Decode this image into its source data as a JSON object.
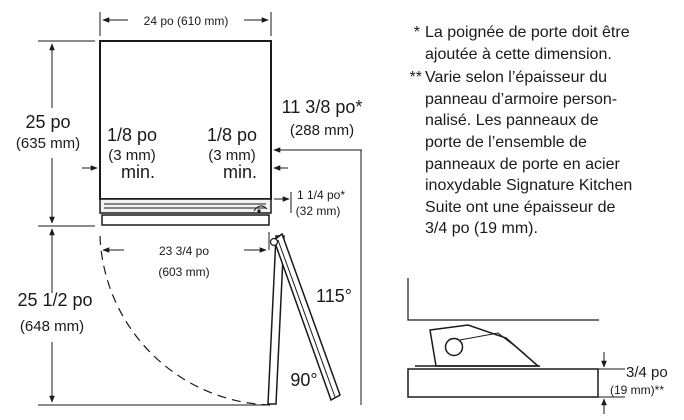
{
  "dimensions": {
    "width_top": "24 po (610 mm)",
    "height_top_in": "25 po",
    "height_top_mm": "(635 mm)",
    "gap_left_in": "1/8 po",
    "gap_left_mm": "(3 mm)",
    "gap_left_min": "min.",
    "gap_right_in": "1/8 po",
    "gap_right_mm": "(3 mm)",
    "gap_right_min": "min.",
    "depth_in": "11 3/8 po*",
    "depth_mm": "(288 mm)",
    "handle_in": "1 1/4 po*",
    "handle_mm": "(32 mm)",
    "inner_in": "23 3/4 po",
    "inner_mm": "(603 mm)",
    "swing_in": "25 1/2 po",
    "swing_mm": "(648 mm)",
    "angle_115": "115°",
    "angle_90": "90°",
    "panel_in": "3/4 po",
    "panel_mm": "(19 mm)**"
  },
  "notes": [
    {
      "mark": "*",
      "lines": [
        "La poignée de porte doit être",
        "ajoutée à cette dimension."
      ]
    },
    {
      "mark": "**",
      "lines": [
        "Varie selon l’épaisseur du",
        "panneau d’armoire person-",
        "nalisé. Les panneaux de",
        "porte de l’ensemble de",
        "panneaux de porte en acier",
        "inoxydable Signature Kitchen",
        "Suite ont une épaisseur de",
        "3/4 po (19 mm)."
      ]
    }
  ]
}
